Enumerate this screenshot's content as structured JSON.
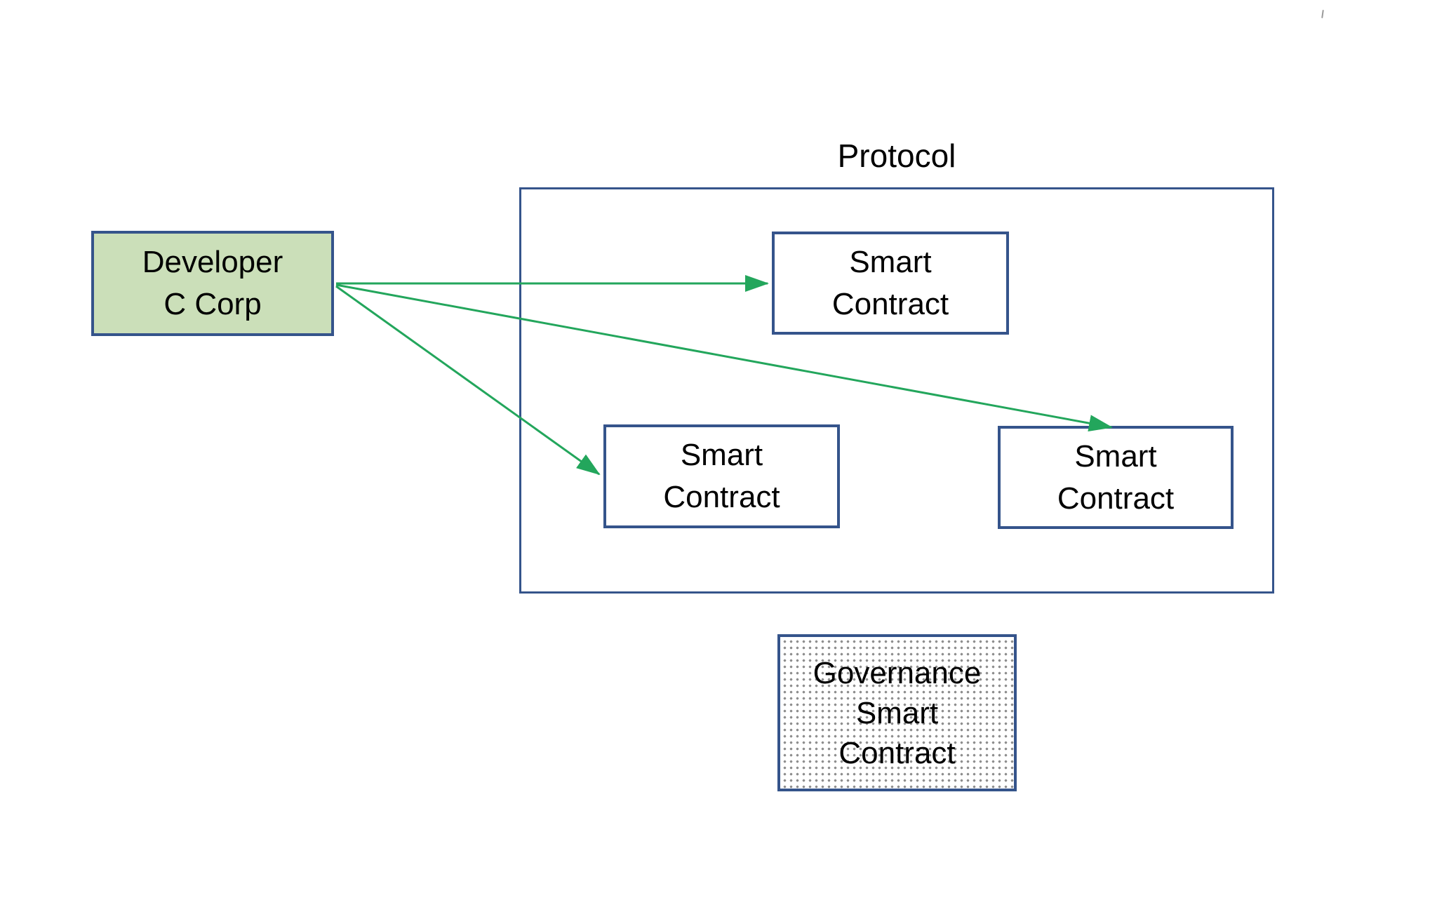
{
  "diagram": {
    "protocol_label": "Protocol",
    "nodes": {
      "developer": {
        "line1": "Developer",
        "line2": "C Corp"
      },
      "smart_contract_top": {
        "line1": "Smart",
        "line2": "Contract"
      },
      "smart_contract_left": {
        "line1": "Smart",
        "line2": "Contract"
      },
      "smart_contract_right": {
        "line1": "Smart",
        "line2": "Contract"
      },
      "governance": {
        "line1": "Governance",
        "line2": "Smart",
        "line3": "Contract"
      }
    },
    "edges": [
      {
        "from": "developer",
        "to": "smart_contract_top"
      },
      {
        "from": "developer",
        "to": "smart_contract_right"
      },
      {
        "from": "developer",
        "to": "smart_contract_left"
      }
    ],
    "colors": {
      "box_border": "#35548b",
      "developer_fill": "#cbdfb9",
      "arrow_green": "#23a65c",
      "dot_pattern": "#8f8f8f",
      "text": "#000000"
    }
  }
}
